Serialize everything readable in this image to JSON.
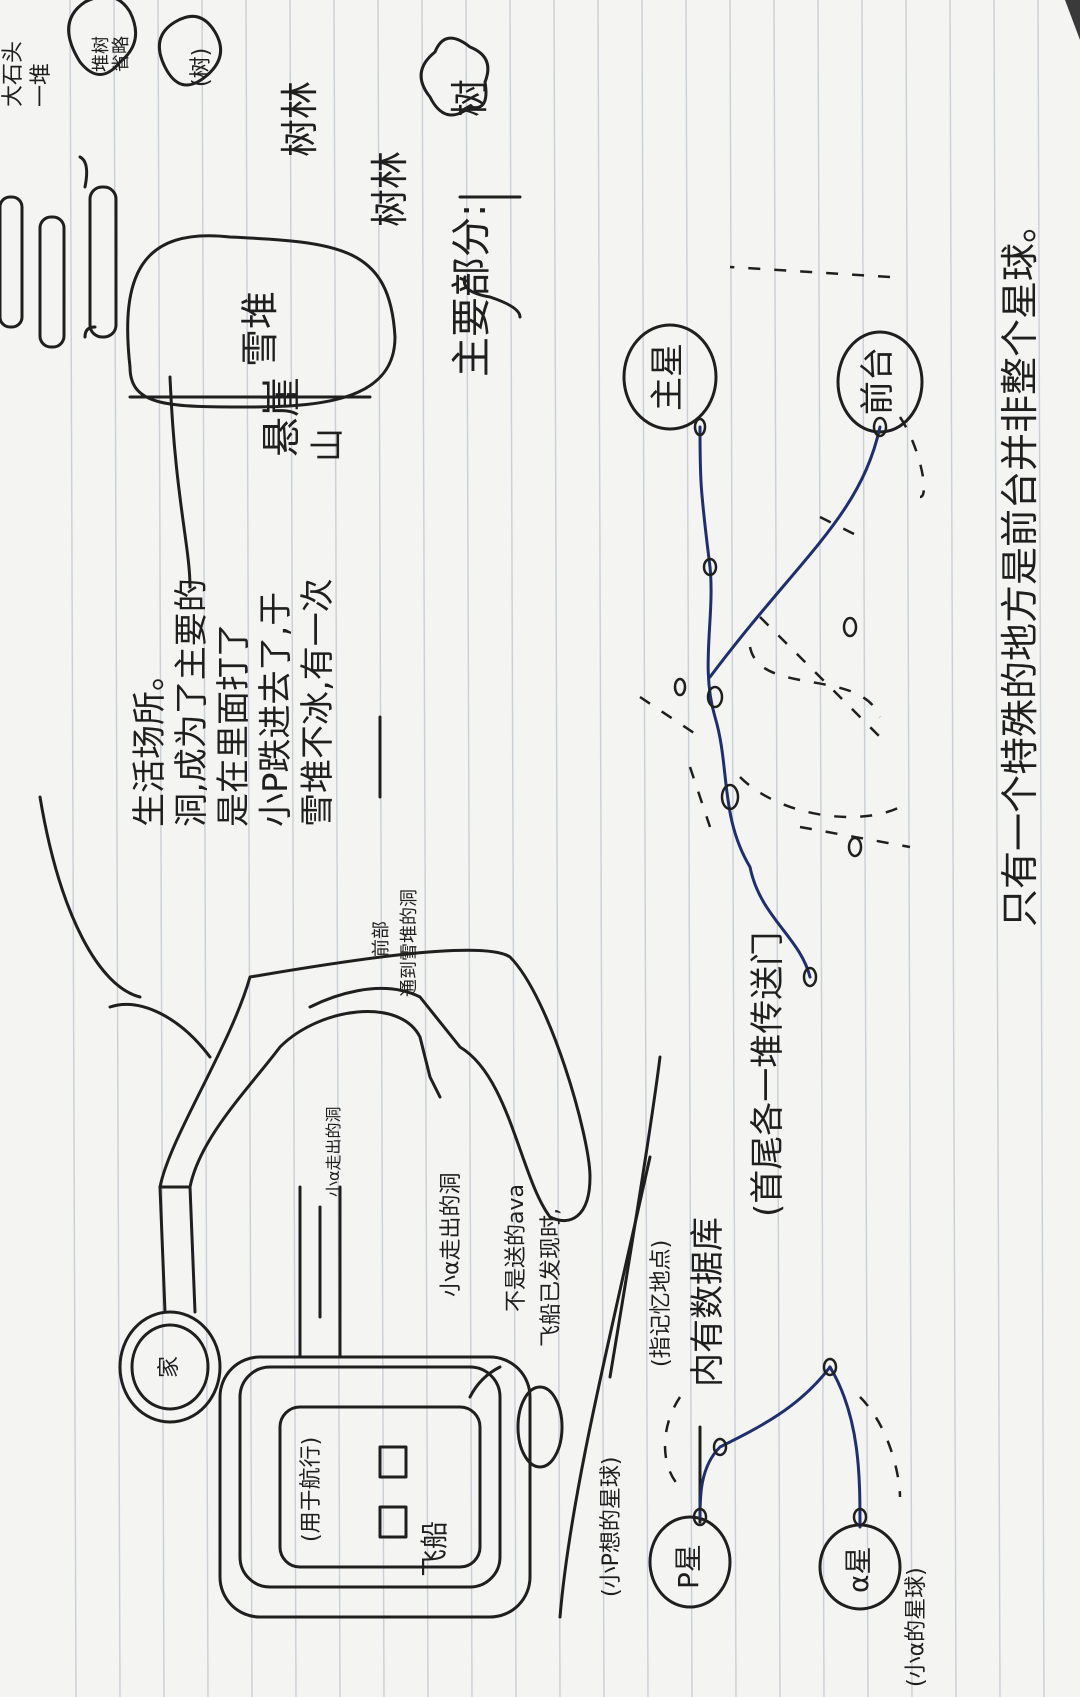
{
  "title": "只有一个特殊的地方是前台并非整个星球。",
  "nodes": {
    "front_desk": "前台",
    "main_star": "主星",
    "alpha_star": "α星",
    "p_star": "P星",
    "home": "家"
  },
  "notes": {
    "portals_each_end": "(首尾各一堆传送门",
    "contains_data": "内有数据库",
    "data_records": "(指记忆地点)",
    "alpha_star_note": "(小α的星球)",
    "p_star_note": "(小P想的星球)"
  },
  "cave": {
    "discovered_1": "飞船已发现时,",
    "discovered_2": "不是送的ava",
    "alpha_left_cave": "小α走出的洞",
    "alpha_tunnel": "小α走出的洞",
    "cave_upper": "通到雪堆的洞",
    "cave_upper_2": "前部",
    "spaceship": "飞船",
    "spaceship_use": "(用于航行)"
  },
  "left": {
    "trees": "树",
    "tree_note": "(树)",
    "tree_detail_1": "省略",
    "tree_detail_2": "堆树",
    "woods_1": "树林",
    "woods_2": "树林",
    "main_parts": "主要部分:",
    "big_stones_1": "一堆",
    "big_stones_2": "大石头",
    "snow_pile": "雪堆",
    "cliff_1": "悬崖",
    "cliff_2": "山",
    "story_1": "雪堆不冰,有一次",
    "story_2": "小P跌进去了,于",
    "story_3": "是在里面打了",
    "story_4": "洞,成为了主要的",
    "story_5": "生活场所。"
  },
  "colors": {
    "ink": "#1f1f1f",
    "blue_ink": "#1f2f6e",
    "paper": "#f4f4f2",
    "rule": "#c9cfd6"
  }
}
